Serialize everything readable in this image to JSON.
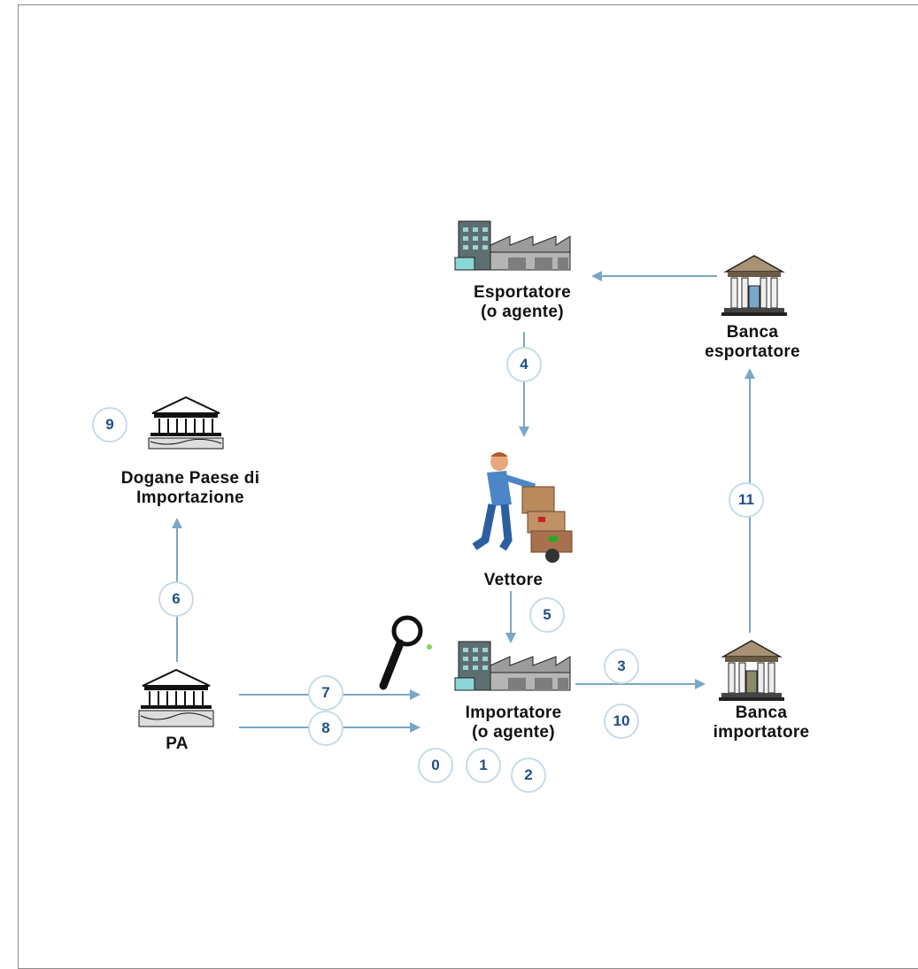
{
  "nodes": {
    "esportatore": "Esportatore\n(o agente)",
    "banca_esportatore": "Banca\nesportatore",
    "dogane": "Dogane Paese di\nImportazione",
    "vettore": "Vettore",
    "pa": "PA",
    "importatore": "Importatore\n(o agente)",
    "banca_importatore": "Banca\nimportatore"
  },
  "steps": [
    "0",
    "1",
    "2",
    "3",
    "4",
    "5",
    "6",
    "7",
    "8",
    "9",
    "10",
    "11"
  ],
  "colors": {
    "arrow": "#7aa7c7",
    "step_text": "#1f4f86",
    "step_border": "#c8dbe6"
  }
}
